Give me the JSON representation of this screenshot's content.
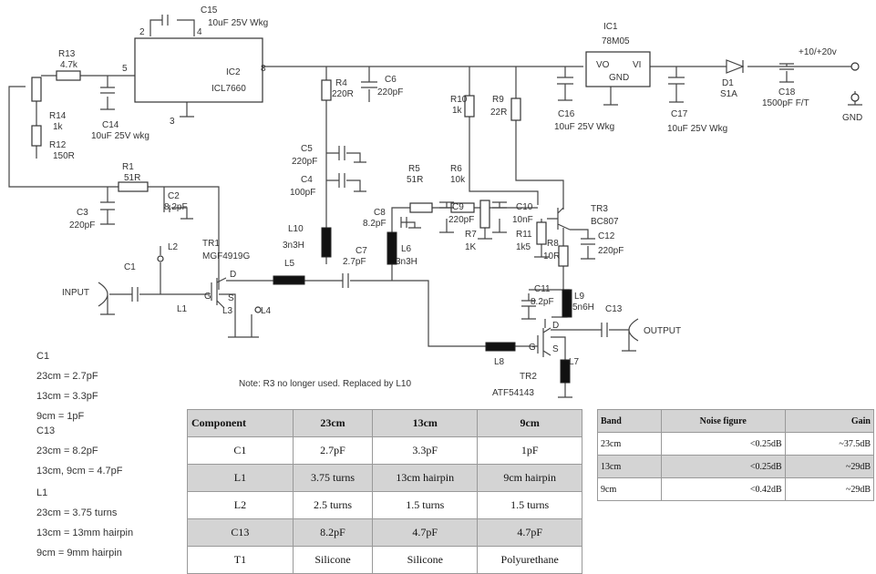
{
  "schematic": {
    "labels": {
      "c15": "C15",
      "c15v": "10uF 25V Wkg",
      "ic2": "IC2",
      "ic2p": "ICL7660",
      "p2": "2",
      "p4": "4",
      "p5": "5",
      "p8": "8",
      "p3": "3",
      "r13": "R13",
      "r13v": "4.7k",
      "r14": "R14",
      "r14v": "1k",
      "r12": "R12",
      "r12v": "150R",
      "c14": "C14",
      "c14v": "10uF 25V wkg",
      "r4": "R4",
      "r4v": "220R",
      "c6": "C6",
      "c6v": "220pF",
      "ic1": "IC1",
      "ic1p": "78M05",
      "vo": "VO",
      "vi": "VI",
      "gnd": "GND",
      "d1": "D1",
      "d1p": "S1A",
      "c18": "C18",
      "c18v": "1500pF F/T",
      "vin": "+10/+20v",
      "gndt": "GND",
      "c16": "C16",
      "c16v": "10uF 25V Wkg",
      "c17": "C17",
      "c17v": "10uF 25V Wkg",
      "r10": "R10",
      "r10v": "1k",
      "r9": "R9",
      "r9v": "22R",
      "c5": "C5",
      "c5v": "220pF",
      "c4": "C4",
      "c4v": "100pF",
      "r1": "R1",
      "r1v": "51R",
      "c3": "C3",
      "c3v": "220pF",
      "c2": "C2",
      "c2v": "8.2pF",
      "l2": "L2",
      "tr1": "TR1",
      "tr1p": "MGF4919G",
      "c1": "C1",
      "input": "INPUT",
      "l1": "L1",
      "l3": "L3",
      "l4": "L4",
      "g": "G",
      "d": "D",
      "s": "S",
      "r5": "R5",
      "r5v": "51R",
      "r6": "R6",
      "r6v": "10k",
      "c8": "C8",
      "c8v": "8.2pF",
      "c9": "C9",
      "c9v": "220pF",
      "c10": "C10",
      "c10v": "10nF",
      "r7": "R7",
      "r7v": "1K",
      "r11": "R11",
      "r11v": "1k5",
      "r8": "R8",
      "r8v": "10R",
      "tr3": "TR3",
      "tr3p": "BC807",
      "c12": "C12",
      "c12v": "220pF",
      "l10": "L10",
      "l10v": "3n3H",
      "l5": "L5",
      "c7": "C7",
      "c7v": "2.7pF",
      "l6": "L6",
      "l6v": "3n3H",
      "c11": "C11",
      "c11v": "8.2pF",
      "l9": "L9",
      "l9v": "5n6H",
      "c13": "C13",
      "output": "OUTPUT",
      "l8": "L8",
      "l7": "L7",
      "tr2": "TR2",
      "tr2p": "ATF54143",
      "note": "Note: R3 no longer used. Replaced by L10"
    }
  },
  "notes": {
    "c1_title": "C1",
    "c1_lines": [
      "23cm = 2.7pF",
      "13cm = 3.3pF",
      "9cm = 1pF"
    ],
    "c13_title": "C13",
    "c13_lines": [
      "23cm = 8.2pF",
      "13cm, 9cm = 4.7pF"
    ],
    "l1_title": "L1",
    "l1_lines": [
      "23cm = 3.75 turns",
      "13cm = 13mm hairpin",
      "9cm = 9mm hairpin"
    ]
  },
  "component_table": {
    "headers": [
      "Component",
      "23cm",
      "13cm",
      "9cm"
    ],
    "rows": [
      [
        "C1",
        "2.7pF",
        "3.3pF",
        "1pF"
      ],
      [
        "L1",
        "3.75 turns",
        "13cm hairpin",
        "9cm hairpin"
      ],
      [
        "L2",
        "2.5 turns",
        "1.5 turns",
        "1.5 turns"
      ],
      [
        "C13",
        "8.2pF",
        "4.7pF",
        "4.7pF"
      ],
      [
        "T1",
        "Silicone",
        "Silicone",
        "Polyurethane"
      ]
    ]
  },
  "gain_table": {
    "headers": [
      "Band",
      "Noise figure",
      "Gain"
    ],
    "rows": [
      [
        "23cm",
        "<0.25dB",
        "~37.5dB"
      ],
      [
        "13cm",
        "<0.25dB",
        "~29dB"
      ],
      [
        "9cm",
        "<0.42dB",
        "~29dB"
      ]
    ]
  }
}
